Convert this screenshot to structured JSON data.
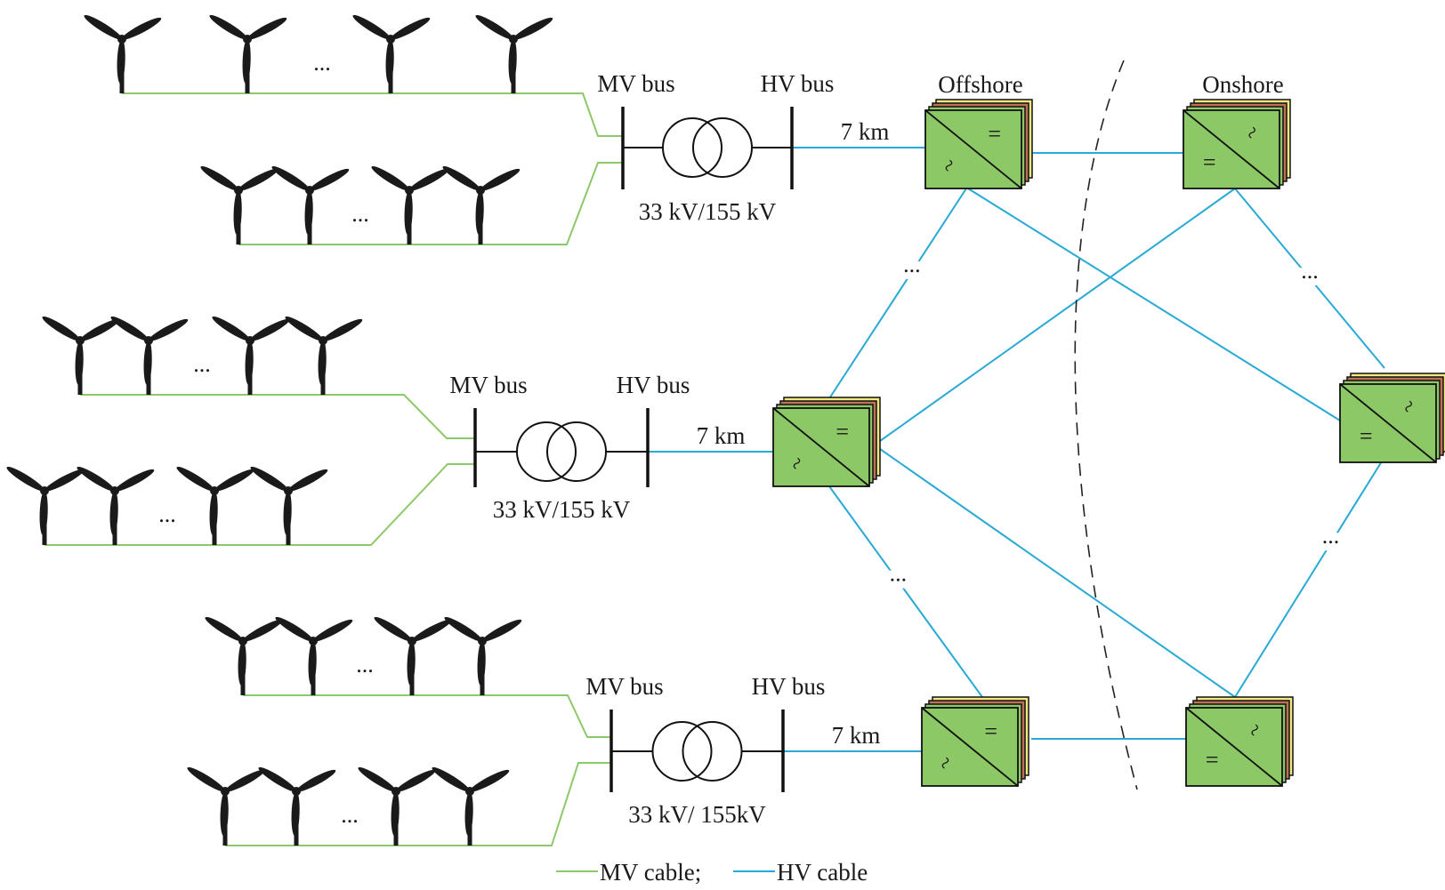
{
  "colors": {
    "mv_cable": "#8dc86a",
    "hv_cable": "#29a9d6",
    "converter_front": "#8cc866",
    "converter_mid": "#c0705a",
    "converter_back": "#f0ea80",
    "turbine": "#1a1a1a"
  },
  "icons": [
    "wind-turbine-icon",
    "transformer-icon",
    "ac-dc-converter-icon"
  ],
  "labels": {
    "offshore": "Offshore",
    "onshore": "Onshore",
    "ellipsis": "..."
  },
  "legend": {
    "mv": "MV cable;",
    "hv": "HV cable"
  },
  "converter_symbols": {
    "dc": "=",
    "ac": "~"
  },
  "groups": [
    {
      "mv_bus": "MV bus",
      "hv_bus": "HV bus",
      "rating": "33 kV/155 kV",
      "cable_length": "7 km"
    },
    {
      "mv_bus": "MV bus",
      "hv_bus": "HV bus",
      "rating": "33 kV/155 kV",
      "cable_length": "7 km"
    },
    {
      "mv_bus": "MV bus",
      "hv_bus": "HV bus",
      "rating": "33 kV/ 155kV",
      "cable_length": "7 km"
    }
  ]
}
